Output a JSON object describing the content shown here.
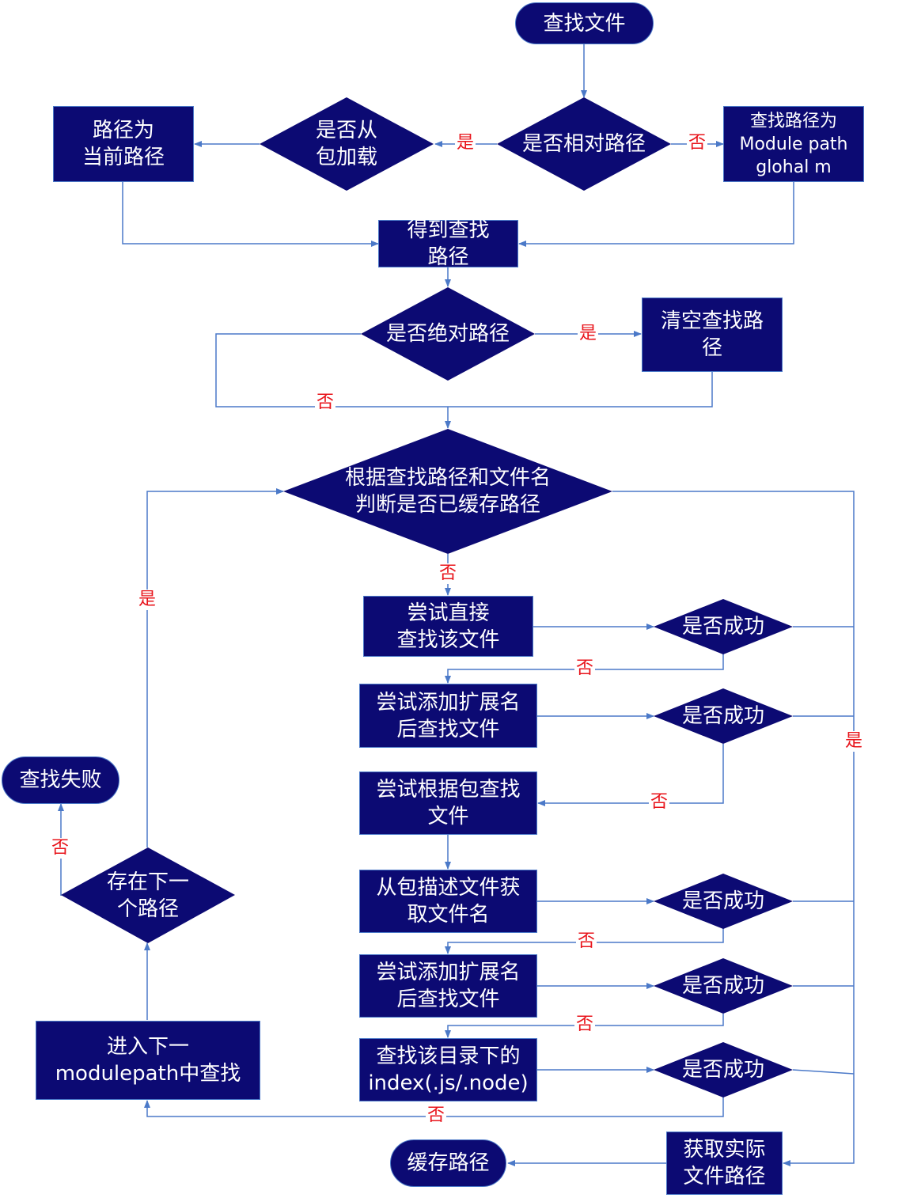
{
  "colors": {
    "node_fill": "#0c0a73",
    "line": "#4b79c8",
    "label": "#e8141b"
  },
  "nodes": {
    "find_file": "查找文件",
    "is_relative": "是否相对路径",
    "load_from_pkg": "是否从\n包加载",
    "path_current": "路径为\n当前路径",
    "module_path": "查找路径为\nModule path\nglohal m",
    "get_path": "得到查找\n路径",
    "is_absolute": "是否绝对路径",
    "clear_path": "清空查找路\n径",
    "check_cache": "根据查找路径和文件名\n判断是否已缓存路径",
    "try_direct": "尝试直接\n查找该文件",
    "ok1": "是否成功",
    "try_ext1": "尝试添加扩展名\n后查找文件",
    "ok2": "是否成功",
    "try_pkg": "尝试根据包查找\n文件",
    "pkg_desc": "从包描述文件获\n取文件名",
    "ok3": "是否成功",
    "try_ext2": "尝试添加扩展名\n后查找文件",
    "ok4": "是否成功",
    "find_index": "查找该目录下的\nindex(.js/.node)",
    "ok5": "是否成功",
    "find_fail": "查找失败",
    "has_next": "存在下一\n个路径",
    "next_module": "进入下一\nmodulepath中查找",
    "get_real": "获取实际\n文件路径",
    "cache_path": "缓存路径"
  },
  "labels": {
    "yes_relative": "是",
    "no_relative": "否",
    "yes_absolute": "是",
    "no_absolute": "否",
    "no_cache": "否",
    "yes_next": "是",
    "no_ok1": "否",
    "no_ok2": "否",
    "yes_right": "是",
    "no_ok3": "否",
    "no_ok4": "否",
    "no_ok5": "否",
    "no_next": "否"
  }
}
